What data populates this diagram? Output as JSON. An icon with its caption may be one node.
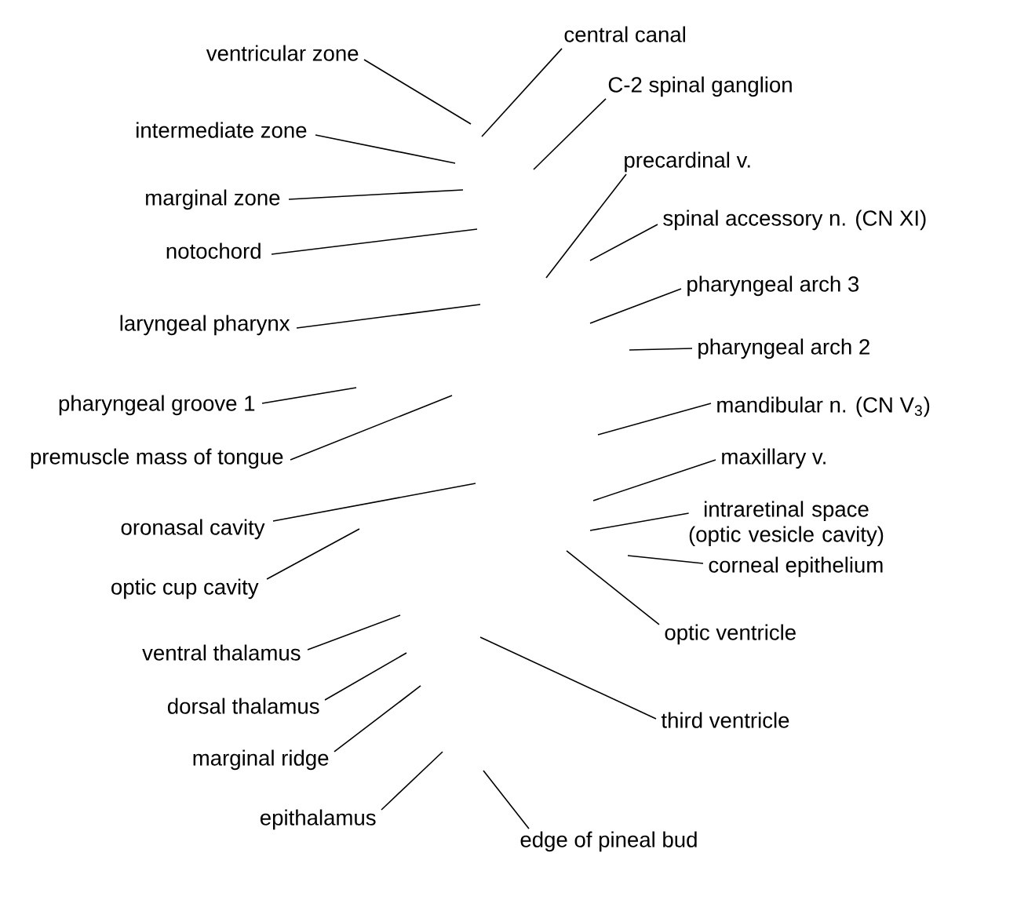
{
  "diagram": {
    "nodes": [
      {
        "text": [
          "central canal"
        ]
      },
      {
        "text": [
          "ventricular zone"
        ]
      },
      {
        "text": [
          "C-2 spinal ganglion"
        ]
      },
      {
        "text": [
          "intermediate zone"
        ]
      },
      {
        "text": [
          "precardinal v."
        ]
      },
      {
        "text": [
          "marginal zone"
        ]
      },
      {
        "text": [
          "spinal accessory n. (CN XI)"
        ]
      },
      {
        "text": [
          "notochord"
        ]
      },
      {
        "text": [
          "pharyngeal arch 3"
        ]
      },
      {
        "text": [
          "laryngeal pharynx"
        ]
      },
      {
        "text": [
          "pharyngeal arch 2"
        ]
      },
      {
        "text": [
          "pharyngeal groove 1"
        ]
      },
      {
        "text": [
          "mandibular n. (CN V$_{3}$)"
        ]
      },
      {
        "text": [
          "premuscle mass of tongue"
        ]
      },
      {
        "text": [
          "maxillary v."
        ]
      },
      {
        "text": [
          "intraretinal space (optic vesicle cavity)"
        ]
      },
      {
        "text": [
          "oronasal cavity"
        ]
      },
      {
        "text": [
          "corneal epithelium"
        ]
      },
      {
        "text": [
          "optic cup cavity"
        ]
      },
      {
        "text": [
          "optic ventricle"
        ]
      },
      {
        "text": [
          "ventral thalamus"
        ]
      },
      {
        "text": [
          "dorsal thalamus"
        ]
      },
      {
        "text": [
          "third ventricle"
        ]
      },
      {
        "text": [
          "marginal ridge"
        ]
      },
      {
        "text": [
          "epithalamus"
        ]
      },
      {
        "text": [
          "edge of pineal bud"
        ]
      }
    ],
    "edges": [
      {
        "from": 0,
        "to": null,
        "arrow": "none"
      },
      {
        "from": 1,
        "to": null,
        "arrow": "none"
      },
      {
        "from": 2,
        "to": null,
        "arrow": "none"
      },
      {
        "from": 3,
        "to": null,
        "arrow": "none"
      },
      {
        "from": 4,
        "to": null,
        "arrow": "none"
      },
      {
        "from": 5,
        "to": null,
        "arrow": "none"
      },
      {
        "from": 6,
        "to": null,
        "arrow": "none"
      },
      {
        "from": 7,
        "to": null,
        "arrow": "none"
      },
      {
        "from": 8,
        "to": null,
        "arrow": "none"
      },
      {
        "from": 9,
        "to": null,
        "arrow": "none"
      },
      {
        "from": 10,
        "to": null,
        "arrow": "none"
      },
      {
        "from": 11,
        "to": null,
        "arrow": "none"
      },
      {
        "from": 12,
        "to": null,
        "arrow": "none"
      },
      {
        "from": 13,
        "to": null,
        "arrow": "none"
      },
      {
        "from": 14,
        "to": null,
        "arrow": "none"
      },
      {
        "from": 15,
        "to": null,
        "arrow": "none"
      },
      {
        "from": 16,
        "to": null,
        "arrow": "none"
      },
      {
        "from": 17,
        "to": null,
        "arrow": "none"
      },
      {
        "from": 18,
        "to": null,
        "arrow": "none"
      },
      {
        "from": 19,
        "to": null,
        "arrow": "none"
      },
      {
        "from": 20,
        "to": null,
        "arrow": "none"
      },
      {
        "from": 21,
        "to": null,
        "arrow": "none"
      },
      {
        "from": 22,
        "to": null,
        "arrow": "none"
      },
      {
        "from": 23,
        "to": null,
        "arrow": "none"
      },
      {
        "from": 24,
        "to": null,
        "arrow": "none"
      },
      {
        "from": 25,
        "to": null,
        "arrow": "none"
      }
    ]
  }
}
